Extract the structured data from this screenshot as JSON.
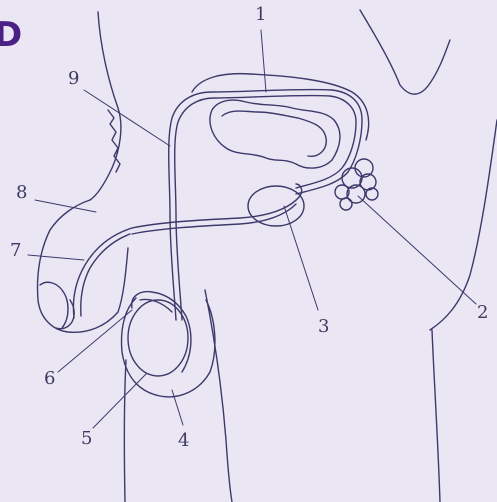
{
  "figure": {
    "panel_letter": "D",
    "accent_color": "#4a1f86",
    "background_color": "#ebe6f3",
    "line_color": "#3b3a6b",
    "labels": [
      "1",
      "2",
      "3",
      "4",
      "5",
      "6",
      "7",
      "8",
      "9"
    ]
  }
}
